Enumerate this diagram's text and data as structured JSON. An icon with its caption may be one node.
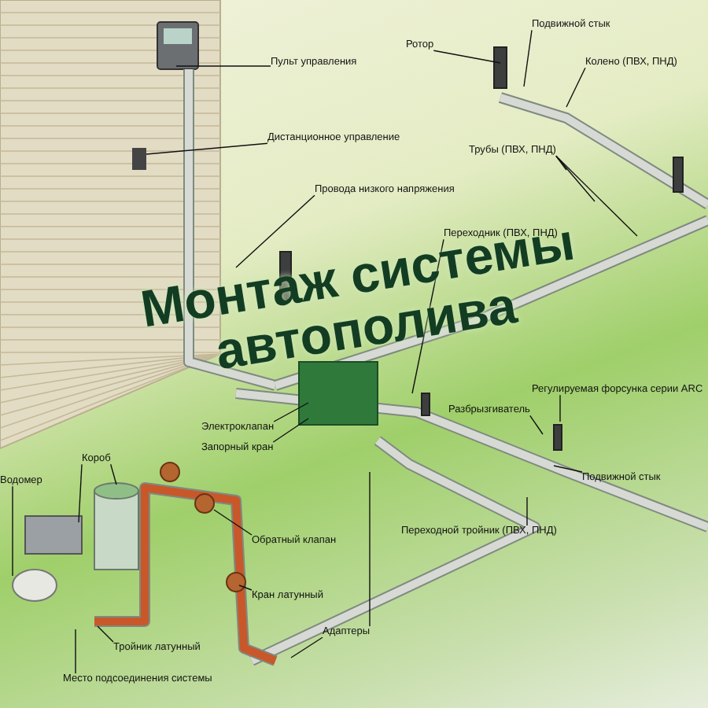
{
  "diagram": {
    "title": "Монтаж системы автополива",
    "nodes": [
      {
        "text": [
          "Пульт управления"
        ]
      },
      {
        "text": [
          "Дистанционное управление"
        ]
      },
      {
        "text": [
          "Провода низкого напряжения"
        ]
      },
      {
        "text": [
          "Ротор"
        ]
      },
      {
        "text": [
          "Подвижной стык"
        ]
      },
      {
        "text": [
          "Колено (ПВХ, ПНД)"
        ]
      },
      {
        "text": [
          "Трубы (ПВХ, ПНД)"
        ]
      },
      {
        "text": [
          "Переходник (ПВХ, ПНД)"
        ]
      },
      {
        "text": [
          "Электроклапан"
        ]
      },
      {
        "text": [
          "Запорный кран"
        ]
      },
      {
        "text": [
          "Разбрызгиватель"
        ]
      },
      {
        "text": [
          "Регулируемая форсунка серии ARC"
        ]
      },
      {
        "text": [
          "Подвижной стык"
        ]
      },
      {
        "text": [
          "Переходной тройник (ПВХ, ПНД)"
        ]
      },
      {
        "text": [
          "Короб"
        ]
      },
      {
        "text": [
          "Водомер"
        ]
      },
      {
        "text": [
          "Обратный клапан"
        ]
      },
      {
        "text": [
          "Кран латунный"
        ]
      },
      {
        "text": [
          "Адаптеры"
        ]
      },
      {
        "text": [
          "Тройник латунный"
        ]
      },
      {
        "text": [
          "Место подсоединения системы"
        ]
      }
    ],
    "edges": [
      {
        "from": 0,
        "to": null,
        "arrow": "none"
      },
      {
        "from": 1,
        "to": null,
        "arrow": "none"
      },
      {
        "from": 2,
        "to": null,
        "arrow": "none"
      },
      {
        "from": 3,
        "to": null,
        "arrow": "none"
      },
      {
        "from": 4,
        "to": null,
        "arrow": "none"
      },
      {
        "from": 5,
        "to": null,
        "arrow": "none"
      },
      {
        "from": 6,
        "to": null,
        "arrow": "none"
      },
      {
        "from": 6,
        "to": null,
        "arrow": "none"
      },
      {
        "from": 6,
        "to": null,
        "arrow": "none"
      },
      {
        "from": 7,
        "to": null,
        "arrow": "none"
      },
      {
        "from": 8,
        "to": null,
        "arrow": "none"
      },
      {
        "from": 9,
        "to": null,
        "arrow": "none"
      },
      {
        "from": 10,
        "to": null,
        "arrow": "none"
      },
      {
        "from": 11,
        "to": null,
        "arrow": "none"
      },
      {
        "from": 12,
        "to": null,
        "arrow": "none"
      },
      {
        "from": 13,
        "to": null,
        "arrow": "none"
      },
      {
        "from": 14,
        "to": null,
        "arrow": "none"
      },
      {
        "from": 14,
        "to": null,
        "arrow": "none"
      },
      {
        "from": 15,
        "to": null,
        "arrow": "none"
      },
      {
        "from": 16,
        "to": null,
        "arrow": "none"
      },
      {
        "from": 17,
        "to": null,
        "arrow": "none"
      },
      {
        "from": 18,
        "to": null,
        "arrow": "none"
      },
      {
        "from": 18,
        "to": null,
        "arrow": "none"
      },
      {
        "from": 19,
        "to": null,
        "arrow": "none"
      },
      {
        "from": 20,
        "to": null,
        "arrow": "none"
      }
    ]
  }
}
